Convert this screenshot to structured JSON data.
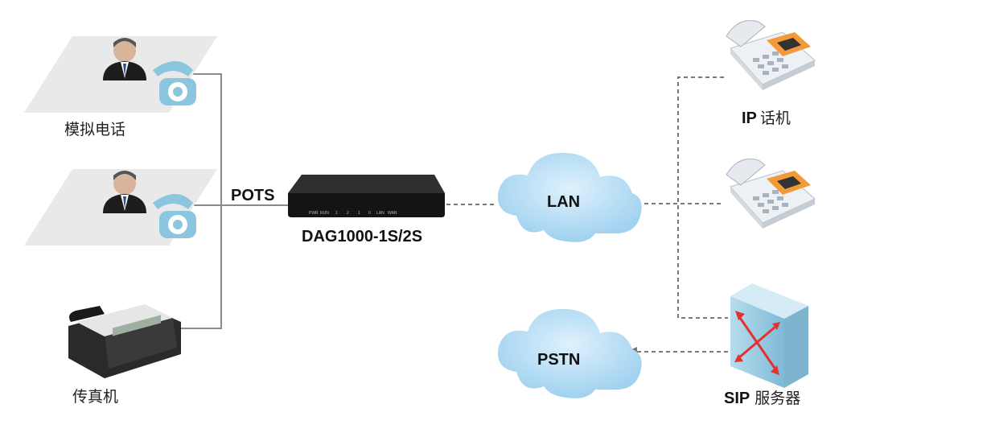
{
  "left": {
    "analog_phone_label": "模拟电话",
    "fax_label": "传真机",
    "link_label": "POTS"
  },
  "gateway": {
    "model": "DAG1000-1S/2S",
    "leds": [
      "PWR",
      "RUN",
      "1",
      "2",
      "1",
      "0",
      "LAN",
      "WAN"
    ]
  },
  "clouds": {
    "lan": "LAN",
    "pstn": "PSTN"
  },
  "right": {
    "ip_phone_prefix": "IP",
    "ip_phone_label": "话机",
    "sip_prefix": "SIP",
    "sip_label": "服务器"
  },
  "colors": {
    "solid_line": "#8a8a8a",
    "dashed_line": "#777777",
    "cloud": "#a9d6f2",
    "phone_accent": "#f29a3a",
    "server": "#8fc6e0",
    "arrow": "#e53030"
  }
}
